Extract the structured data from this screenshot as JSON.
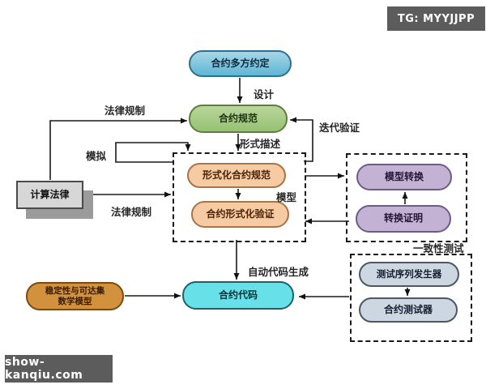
{
  "watermarks": {
    "top_right": "TG: MYYJJPP",
    "bottom_left": "show-kanqiu.com"
  },
  "nodes": {
    "contract_agreement": {
      "label": "合约多方约定",
      "fill": "#8ecade"
    },
    "contract_spec": {
      "label": "合约规范",
      "fill": "#a9cc86"
    },
    "formal_contract_spec": {
      "label": "形式化合约规范",
      "fill": "#f6caa2"
    },
    "contract_formal_verification": {
      "label": "合约形式化验证",
      "fill": "#f6caa2"
    },
    "computational_law": {
      "label": "计算法律",
      "fill": "#d7d7d7"
    },
    "model_transformation": {
      "label": "模型转换",
      "fill": "#c4b2d4"
    },
    "transformation_proof": {
      "label": "转换证明",
      "fill": "#c4b2d4"
    },
    "contract_code": {
      "label": "合约代码",
      "fill": "#68e0e8"
    },
    "stability_reachability_model": {
      "label_line1": "稳定性与可达集",
      "label_line2": "数学模型",
      "fill": "#d2913c"
    },
    "test_sequence_generator": {
      "label": "测试序列发生器",
      "fill": "#ccd7e2"
    },
    "contract_tester": {
      "label": "合约测试器",
      "fill": "#ccd7e2"
    }
  },
  "edge_labels": {
    "design": "设计",
    "legal_regulation_top": "法律规制",
    "iterative_verification": "迭代验证",
    "formal_description": "形式描述",
    "simulation": "模拟",
    "legal_regulation_bottom": "法律规制",
    "model": "模型",
    "consistency_testing": "一致性测试",
    "auto_code_generation": "自动代码生成"
  },
  "colors": {
    "arrow": "#1a1a1a",
    "dashed_border": "#1a1a1a",
    "watermark_bg": "#5c5c5c",
    "watermark_text": "#ffffff",
    "background": "#ffffff"
  }
}
